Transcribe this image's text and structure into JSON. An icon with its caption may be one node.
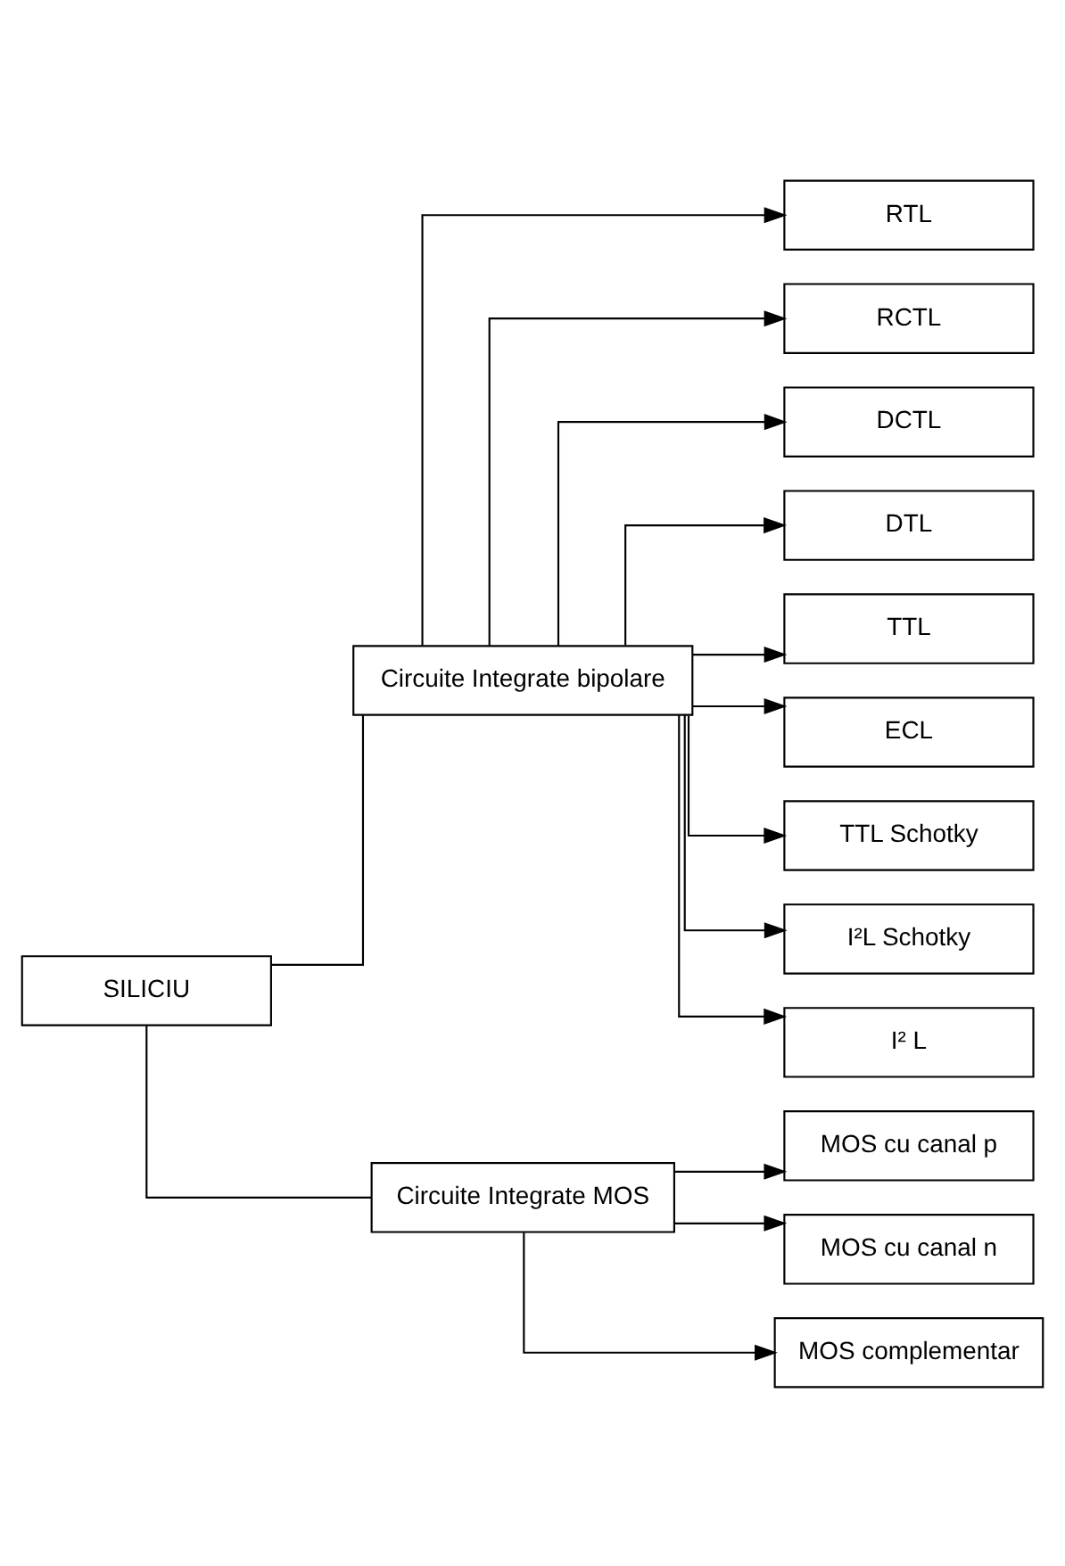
{
  "diagram": {
    "nodes": [
      {
        "text": [
          "SILICIU"
        ]
      },
      {
        "text": [
          "Circuite Integrate bipolare"
        ]
      },
      {
        "text": [
          "Circuite Integrate MOS"
        ]
      },
      {
        "text": [
          "RTL"
        ]
      },
      {
        "text": [
          "RCTL"
        ]
      },
      {
        "text": [
          "DCTL"
        ]
      },
      {
        "text": [
          "DTL"
        ]
      },
      {
        "text": [
          "TTL"
        ]
      },
      {
        "text": [
          "ECL"
        ]
      },
      {
        "text": [
          "TTL Schotky"
        ]
      },
      {
        "text": [
          "I²L Schotky"
        ]
      },
      {
        "text": [
          "I² L"
        ]
      },
      {
        "text": [
          "MOS cu canal p"
        ]
      },
      {
        "text": [
          "MOS cu canal n"
        ]
      },
      {
        "text": [
          "MOS complementar"
        ]
      }
    ],
    "edges": [
      {
        "from": 0,
        "to": 1,
        "arrow": "none"
      },
      {
        "from": 0,
        "to": 2,
        "arrow": "none"
      },
      {
        "from": 1,
        "to": 3,
        "arrow": "to"
      },
      {
        "from": 1,
        "to": 4,
        "arrow": "to"
      },
      {
        "from": 1,
        "to": 5,
        "arrow": "to"
      },
      {
        "from": 1,
        "to": 6,
        "arrow": "to"
      },
      {
        "from": 1,
        "to": 7,
        "arrow": "to"
      },
      {
        "from": 1,
        "to": 8,
        "arrow": "to"
      },
      {
        "from": 1,
        "to": 9,
        "arrow": "to"
      },
      {
        "from": 1,
        "to": 10,
        "arrow": "to"
      },
      {
        "from": 1,
        "to": 11,
        "arrow": "to"
      },
      {
        "from": 2,
        "to": 12,
        "arrow": "to"
      },
      {
        "from": 2,
        "to": 13,
        "arrow": "to"
      },
      {
        "from": 2,
        "to": 14,
        "arrow": "to"
      }
    ]
  }
}
